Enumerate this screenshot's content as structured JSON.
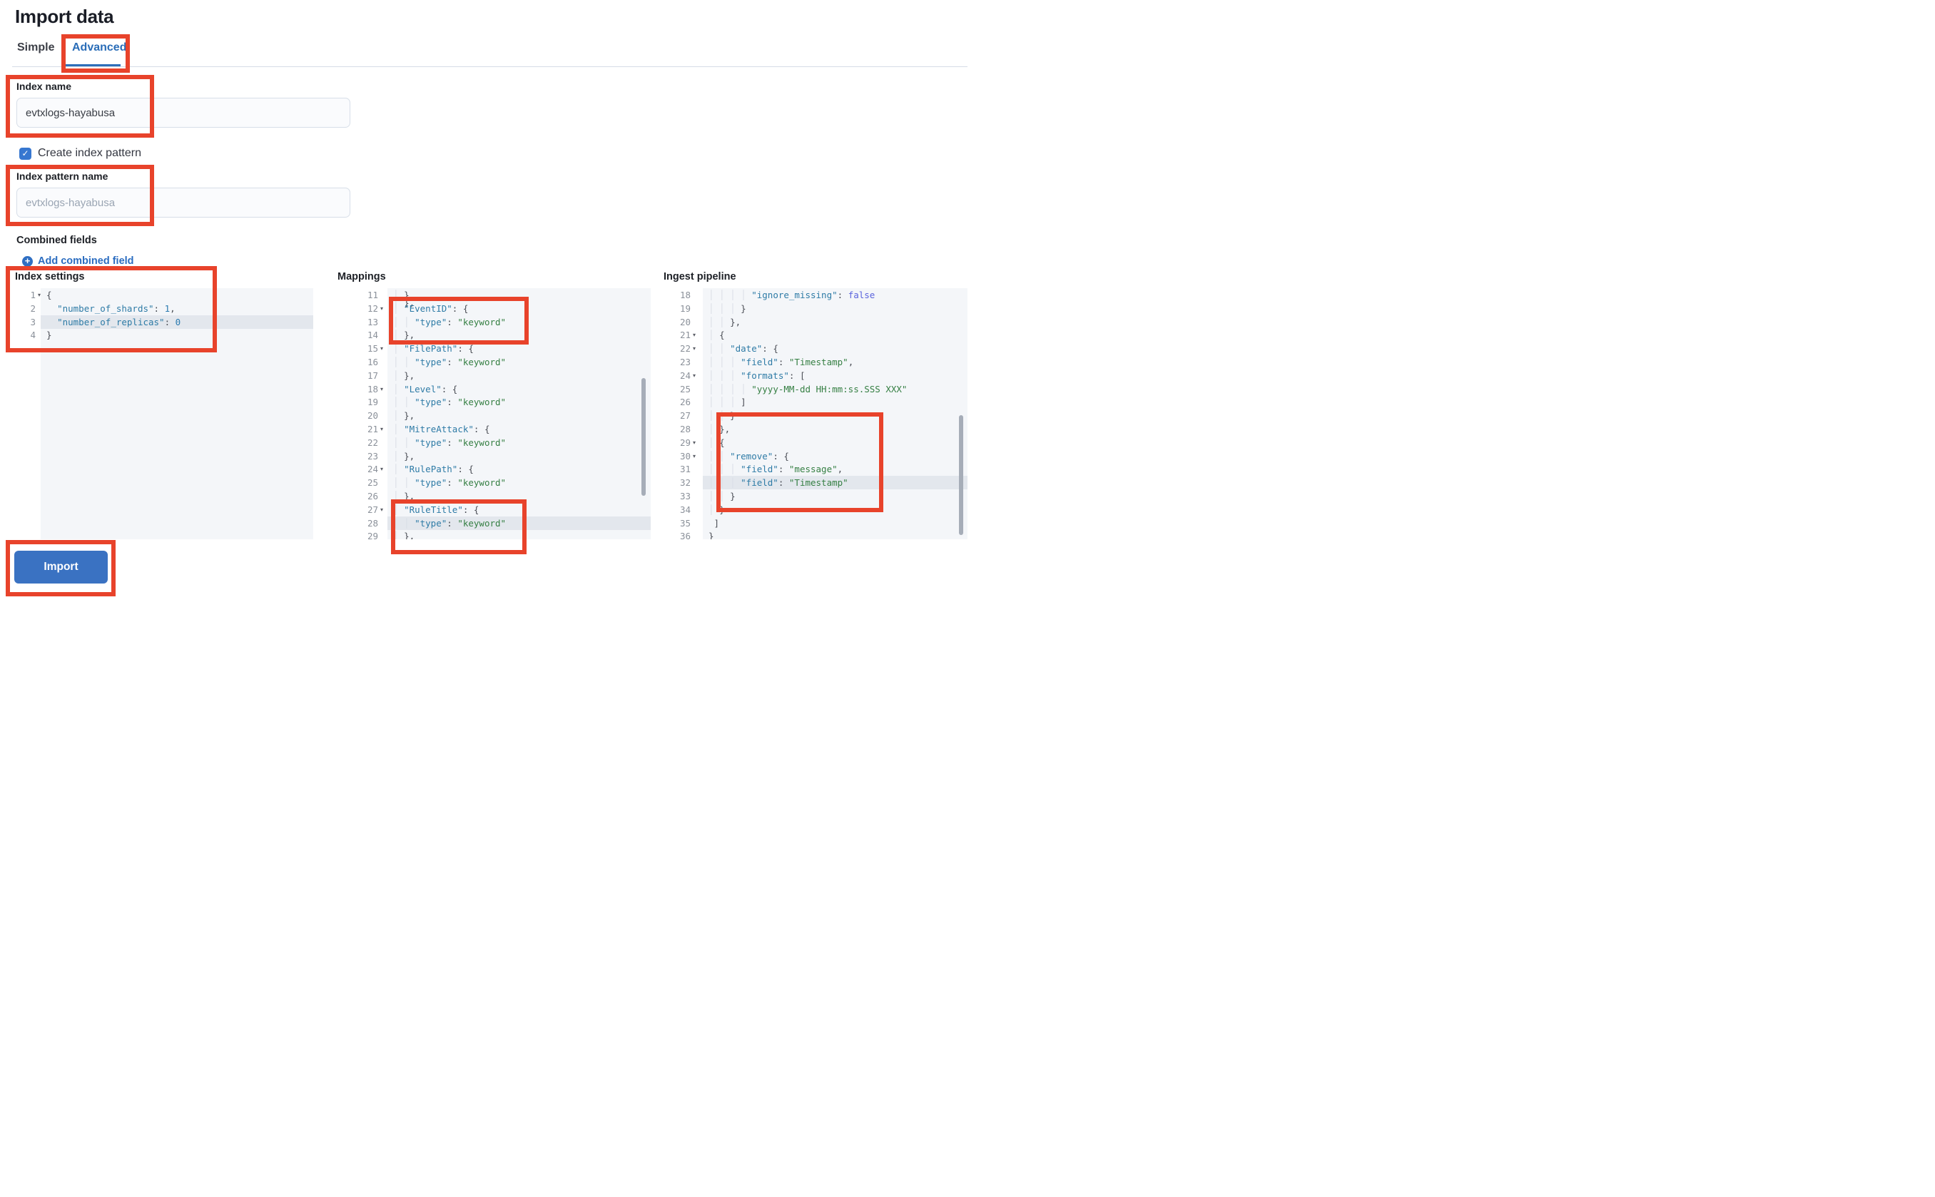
{
  "page": {
    "title": "Import data"
  },
  "tabs": [
    {
      "label": "Simple",
      "active": false
    },
    {
      "label": "Advanced",
      "active": true
    }
  ],
  "form": {
    "index_name": {
      "label": "Index name",
      "value": "evtxlogs-hayabusa"
    },
    "create_index_pattern": {
      "label": "Create index pattern",
      "checked": true,
      "check_glyph": "✓"
    },
    "index_pattern_name": {
      "label": "Index pattern name",
      "placeholder": "evtxlogs-hayabusa"
    },
    "combined_fields": {
      "label": "Combined fields",
      "add_link": "Add combined field",
      "plus_glyph": "+"
    }
  },
  "import_button": {
    "label": "Import"
  },
  "colors": {
    "accent_blue": "#2a6db8",
    "button_blue": "#3a72c2",
    "annotation_red": "#e8432b",
    "code_key": "#2e7ba6",
    "code_string": "#357f43",
    "code_constant": "#5a63dd"
  },
  "editors": [
    {
      "label": "Index settings",
      "lines": [
        {
          "n": "1",
          "fold": 1,
          "segs": [
            [
              "p",
              "{"
            ]
          ]
        },
        {
          "n": "2",
          "segs": [
            [
              "g",
              "  "
            ],
            [
              "k",
              "\"number_of_shards\""
            ],
            [
              "p",
              ": "
            ],
            [
              "n",
              "1"
            ],
            [
              "p",
              ","
            ]
          ]
        },
        {
          "n": "3",
          "active": 1,
          "segs": [
            [
              "g",
              "  "
            ],
            [
              "k",
              "\"number_of_replicas\""
            ],
            [
              "p",
              ": "
            ],
            [
              "n",
              "0"
            ]
          ]
        },
        {
          "n": "4",
          "segs": [
            [
              "p",
              "}"
            ]
          ]
        }
      ]
    },
    {
      "label": "Mappings",
      "lines": [
        {
          "n": "11",
          "segs": [
            [
              "g",
              "│ "
            ],
            [
              "p",
              "}"
            ]
          ]
        },
        {
          "n": "",
          "squeeze": 1,
          "segs": [
            [
              "g",
              "│ "
            ],
            [
              "p",
              "},"
            ]
          ]
        },
        {
          "n": "12",
          "fold": 1,
          "segs": [
            [
              "g",
              "│ "
            ],
            [
              "k",
              "\"EventID\""
            ],
            [
              "p",
              ": {"
            ]
          ]
        },
        {
          "n": "13",
          "segs": [
            [
              "g",
              "│ │ "
            ],
            [
              "k",
              "\"type\""
            ],
            [
              "p",
              ": "
            ],
            [
              "s",
              "\"keyword\""
            ]
          ]
        },
        {
          "n": "14",
          "segs": [
            [
              "g",
              "│ "
            ],
            [
              "p",
              "},"
            ]
          ]
        },
        {
          "n": "15",
          "fold": 1,
          "segs": [
            [
              "g",
              "│ "
            ],
            [
              "k",
              "\"FilePath\""
            ],
            [
              "p",
              ": {"
            ]
          ]
        },
        {
          "n": "16",
          "segs": [
            [
              "g",
              "│ │ "
            ],
            [
              "k",
              "\"type\""
            ],
            [
              "p",
              ": "
            ],
            [
              "s",
              "\"keyword\""
            ]
          ]
        },
        {
          "n": "17",
          "segs": [
            [
              "g",
              "│ "
            ],
            [
              "p",
              "},"
            ]
          ]
        },
        {
          "n": "18",
          "fold": 1,
          "segs": [
            [
              "g",
              "│ "
            ],
            [
              "k",
              "\"Level\""
            ],
            [
              "p",
              ": {"
            ]
          ]
        },
        {
          "n": "19",
          "segs": [
            [
              "g",
              "│ │ "
            ],
            [
              "k",
              "\"type\""
            ],
            [
              "p",
              ": "
            ],
            [
              "s",
              "\"keyword\""
            ]
          ]
        },
        {
          "n": "20",
          "segs": [
            [
              "g",
              "│ "
            ],
            [
              "p",
              "},"
            ]
          ]
        },
        {
          "n": "21",
          "fold": 1,
          "segs": [
            [
              "g",
              "│ "
            ],
            [
              "k",
              "\"MitreAttack\""
            ],
            [
              "p",
              ": {"
            ]
          ]
        },
        {
          "n": "22",
          "segs": [
            [
              "g",
              "│ │ "
            ],
            [
              "k",
              "\"type\""
            ],
            [
              "p",
              ": "
            ],
            [
              "s",
              "\"keyword\""
            ]
          ]
        },
        {
          "n": "23",
          "segs": [
            [
              "g",
              "│ "
            ],
            [
              "p",
              "},"
            ]
          ]
        },
        {
          "n": "24",
          "fold": 1,
          "segs": [
            [
              "g",
              "│ "
            ],
            [
              "k",
              "\"RulePath\""
            ],
            [
              "p",
              ": {"
            ]
          ]
        },
        {
          "n": "25",
          "segs": [
            [
              "g",
              "│ │ "
            ],
            [
              "k",
              "\"type\""
            ],
            [
              "p",
              ": "
            ],
            [
              "s",
              "\"keyword\""
            ]
          ]
        },
        {
          "n": "26",
          "segs": [
            [
              "g",
              "│ "
            ],
            [
              "p",
              "},"
            ]
          ]
        },
        {
          "n": "27",
          "fold": 1,
          "segs": [
            [
              "g",
              "│ "
            ],
            [
              "k",
              "\"RuleTitle\""
            ],
            [
              "p",
              ": {"
            ]
          ]
        },
        {
          "n": "28",
          "active": 1,
          "segs": [
            [
              "g",
              "│ │ "
            ],
            [
              "k",
              "\"type\""
            ],
            [
              "p",
              ": "
            ],
            [
              "s",
              "\"keyword\""
            ]
          ]
        },
        {
          "n": "29",
          "segs": [
            [
              "g",
              "│ "
            ],
            [
              "p",
              "},"
            ]
          ]
        }
      ]
    },
    {
      "label": "Ingest pipeline",
      "lines": [
        {
          "n": "18",
          "segs": [
            [
              "g",
              "│ │ │ │ "
            ],
            [
              "k",
              "\"ignore_missing\""
            ],
            [
              "p",
              ": "
            ],
            [
              "b",
              "false"
            ]
          ]
        },
        {
          "n": "19",
          "segs": [
            [
              "g",
              "│ │ │ "
            ],
            [
              "p",
              "}"
            ]
          ]
        },
        {
          "n": "20",
          "segs": [
            [
              "g",
              "│ │ "
            ],
            [
              "p",
              "},"
            ]
          ]
        },
        {
          "n": "21",
          "fold": 1,
          "segs": [
            [
              "g",
              "│ "
            ],
            [
              "p",
              "{"
            ]
          ]
        },
        {
          "n": "22",
          "fold": 1,
          "segs": [
            [
              "g",
              "│ │ "
            ],
            [
              "k",
              "\"date\""
            ],
            [
              "p",
              ": {"
            ]
          ]
        },
        {
          "n": "23",
          "segs": [
            [
              "g",
              "│ │ │ "
            ],
            [
              "k",
              "\"field\""
            ],
            [
              "p",
              ": "
            ],
            [
              "s",
              "\"Timestamp\""
            ],
            [
              "p",
              ","
            ]
          ]
        },
        {
          "n": "24",
          "fold": 1,
          "segs": [
            [
              "g",
              "│ │ │ "
            ],
            [
              "k",
              "\"formats\""
            ],
            [
              "p",
              ": ["
            ]
          ]
        },
        {
          "n": "25",
          "segs": [
            [
              "g",
              "│ │ │ │ "
            ],
            [
              "s",
              "\"yyyy-MM-dd HH:mm:ss.SSS XXX\""
            ]
          ]
        },
        {
          "n": "26",
          "segs": [
            [
              "g",
              "│ │ │ "
            ],
            [
              "p",
              "]"
            ]
          ]
        },
        {
          "n": "27",
          "segs": [
            [
              "g",
              "│ │ "
            ],
            [
              "p",
              "}"
            ]
          ]
        },
        {
          "n": "28",
          "segs": [
            [
              "g",
              "│ "
            ],
            [
              "p",
              "},"
            ]
          ]
        },
        {
          "n": "29",
          "fold": 1,
          "segs": [
            [
              "g",
              "│ "
            ],
            [
              "p",
              "{"
            ]
          ]
        },
        {
          "n": "30",
          "fold": 1,
          "segs": [
            [
              "g",
              "│ │ "
            ],
            [
              "k",
              "\"remove\""
            ],
            [
              "p",
              ": {"
            ]
          ]
        },
        {
          "n": "31",
          "segs": [
            [
              "g",
              "│ │ │ "
            ],
            [
              "k",
              "\"field\""
            ],
            [
              "p",
              ": "
            ],
            [
              "s",
              "\"message\""
            ],
            [
              "p",
              ","
            ]
          ]
        },
        {
          "n": "32",
          "active": 1,
          "segs": [
            [
              "g",
              "│ │ │ "
            ],
            [
              "k",
              "\"field\""
            ],
            [
              "p",
              ": "
            ],
            [
              "s",
              "\"Timestamp\""
            ]
          ]
        },
        {
          "n": "33",
          "segs": [
            [
              "g",
              "│ │ "
            ],
            [
              "p",
              "}"
            ]
          ]
        },
        {
          "n": "34",
          "segs": [
            [
              "g",
              "│ "
            ],
            [
              "p",
              "}"
            ]
          ]
        },
        {
          "n": "35",
          "segs": [
            [
              "p",
              " ]"
            ]
          ]
        },
        {
          "n": "36",
          "segs": [
            [
              "p",
              "}"
            ]
          ]
        }
      ]
    }
  ]
}
